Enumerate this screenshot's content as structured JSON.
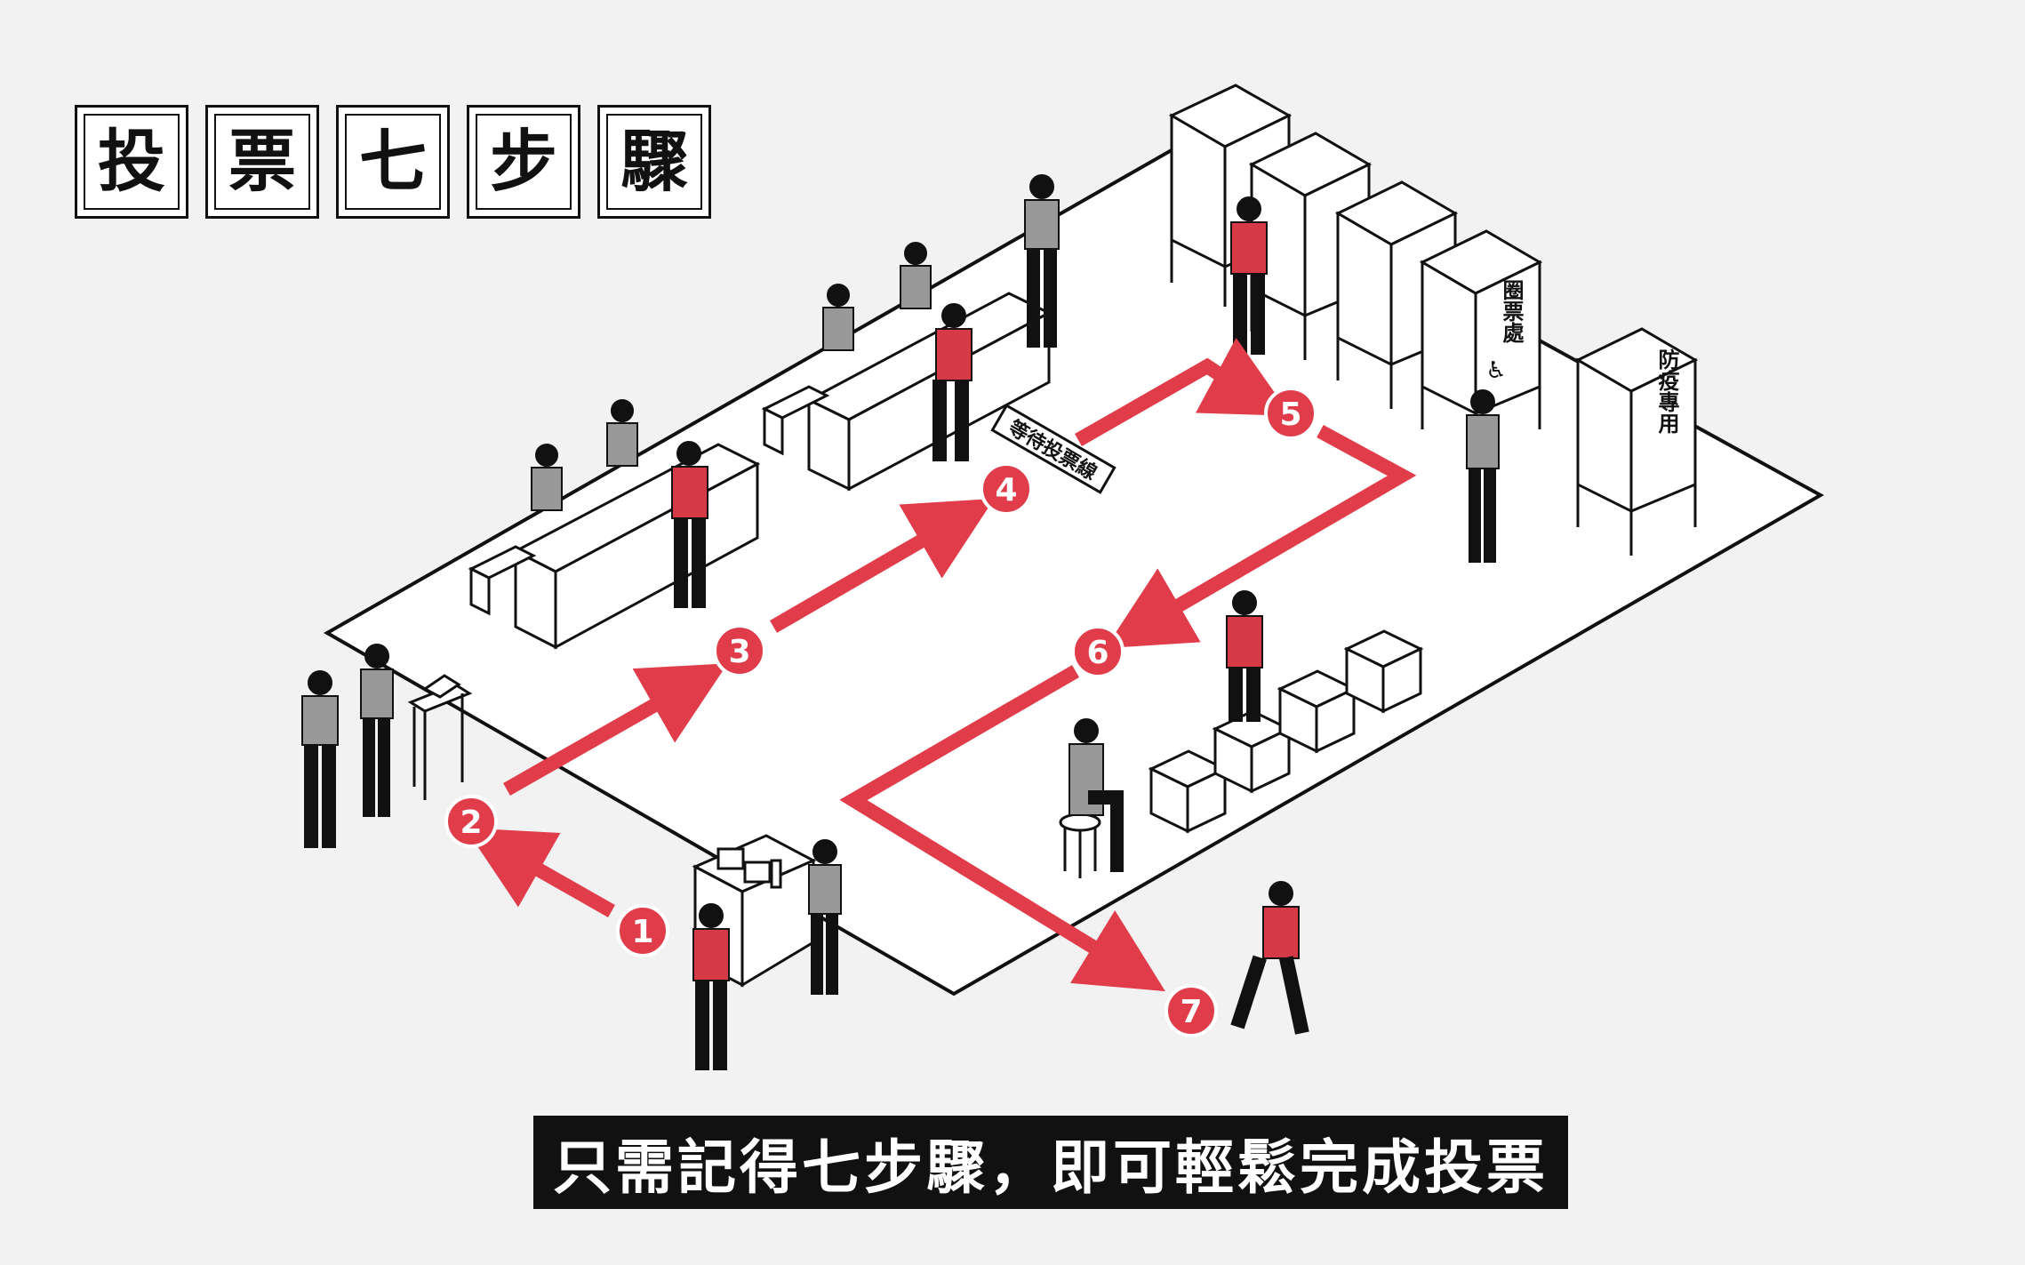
{
  "title": {
    "characters": [
      "投",
      "票",
      "七",
      "步",
      "驟"
    ]
  },
  "steps": [
    "1",
    "2",
    "3",
    "4",
    "5",
    "6",
    "7"
  ],
  "signs": {
    "waiting_line": "等待投票線",
    "booth_label": "圈票處",
    "epidemic_booth": "防疫專用"
  },
  "caption": "只需記得七步驟，即可輕鬆完成投票",
  "colors": {
    "accent_red": "#e03c4a",
    "shirt_red": "#d63a46",
    "ink": "#111111",
    "floor": "#ffffff",
    "background": "#f2f2f2"
  },
  "icons": {
    "accessible": "wheelchair-icon"
  }
}
